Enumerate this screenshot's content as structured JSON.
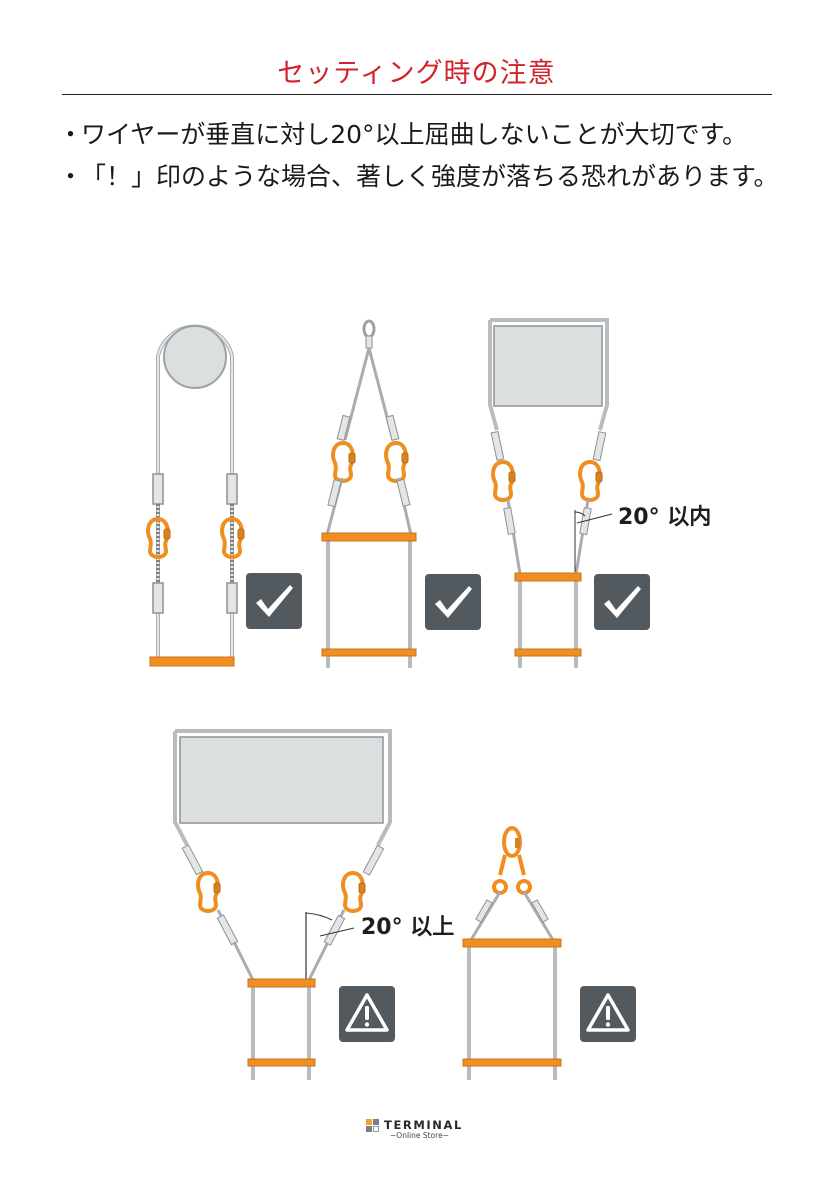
{
  "header": {
    "title": "セッティング時の注意"
  },
  "notes": [
    {
      "bullet": "・",
      "text": "ワイヤーが垂直に対し20°以上屈曲しないことが大切です。"
    },
    {
      "bullet": "・",
      "text": "「！」印のような場合、著しく強度が落ちる恐れがあります。"
    }
  ],
  "figures": {
    "top_row": [
      {
        "name": "pulley-swing",
        "status": "ok",
        "status_icon": "check-icon"
      },
      {
        "name": "single-point-ladder",
        "status": "ok",
        "status_icon": "check-icon"
      },
      {
        "name": "frame-ladder-narrow",
        "status": "ok",
        "status_icon": "check-icon",
        "angle_label": "20° 以内"
      }
    ],
    "bottom_row": [
      {
        "name": "frame-ladder-wide",
        "status": "warning",
        "status_icon": "warning-icon",
        "angle_label": "20° 以上"
      },
      {
        "name": "carabiner-cluster-ladder",
        "status": "warning",
        "status_icon": "warning-icon"
      }
    ]
  },
  "colors": {
    "title_red": "#d2232a",
    "orange": "#ef8f21",
    "wire_gray": "#b9bcbf",
    "badge_gray": "#52595f",
    "panel_gray": "#dcdfe0"
  },
  "footer": {
    "brand": "TERMINAL",
    "subtitle": "~Online Store~"
  }
}
